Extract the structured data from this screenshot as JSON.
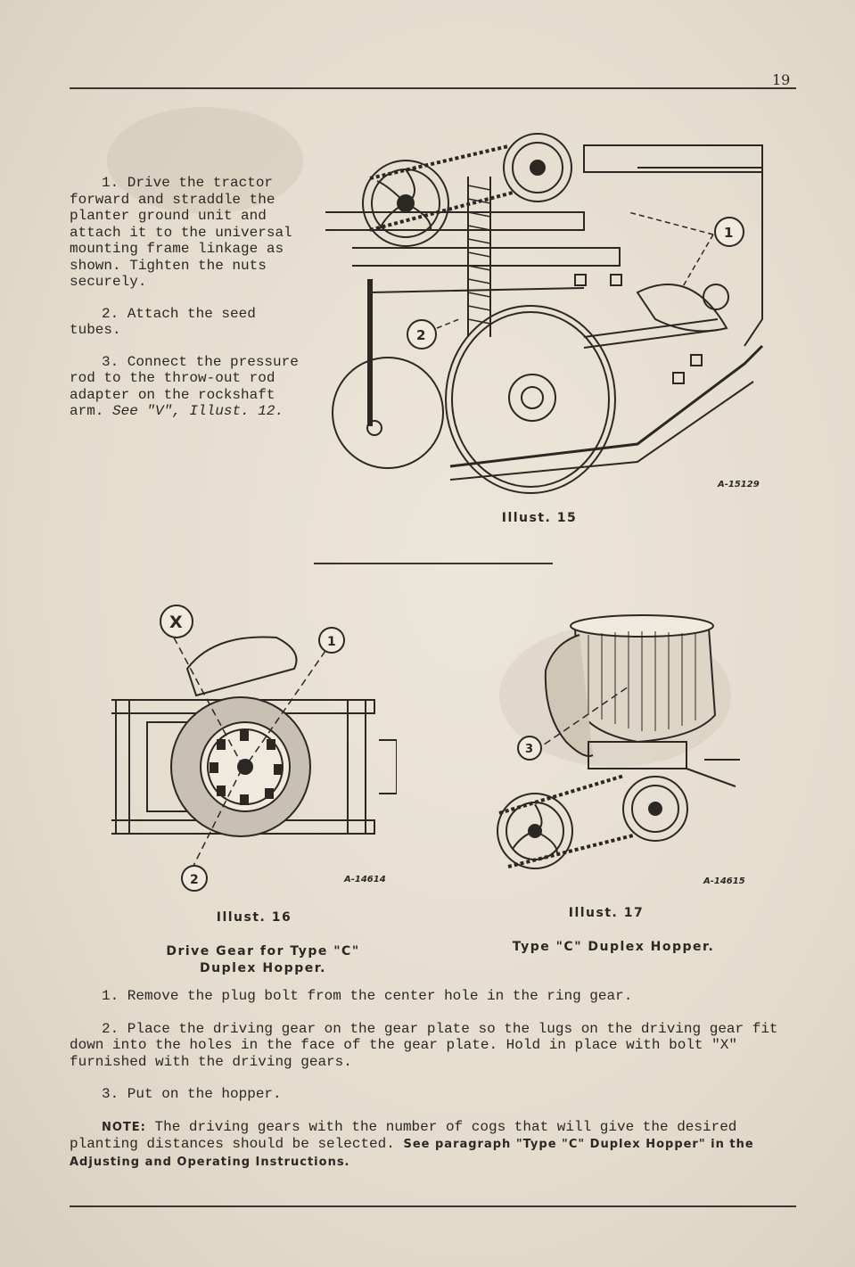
{
  "page_number": "19",
  "top_steps": [
    {
      "text": "1. Drive the tractor forward and straddle the planter ground unit and attach it to the universal mounting frame linkage as shown. Tighten the nuts securely."
    },
    {
      "text": "2. Attach the seed tubes."
    },
    {
      "text": "3. Connect the pressure rod to the throw-out rod adapter on the rockshaft arm.",
      "ref": "See \"V\", Illust. 12."
    }
  ],
  "illust15": {
    "code": "A-15129",
    "caption": "Illust. 15",
    "callouts": [
      "1",
      "2"
    ]
  },
  "illust16": {
    "code": "A-14614",
    "caption": "Illust. 16",
    "title_line1": "Drive Gear for Type \"C\"",
    "title_line2": "Duplex Hopper.",
    "callouts": [
      "X",
      "1",
      "2"
    ]
  },
  "illust17": {
    "code": "A-14615",
    "caption": "Illust. 17",
    "title": "Type \"C\" Duplex Hopper.",
    "callouts": [
      "3"
    ]
  },
  "bottom_steps": [
    "1. Remove the plug bolt from the center hole in the ring gear.",
    "2. Place the driving gear on the gear plate so the lugs on the driving gear fit down into the holes in the face of the gear plate. Hold in place with bolt \"X\" furnished with the driving gears.",
    "3. Put on the hopper."
  ],
  "note": {
    "label": "NOTE:",
    "text": "The driving gears with the number of cogs that will give the desired planting distances should be selected.",
    "ref": "See paragraph \"Type \"C\" Duplex Hopper\" in the Adjusting and Operating Instructions."
  }
}
